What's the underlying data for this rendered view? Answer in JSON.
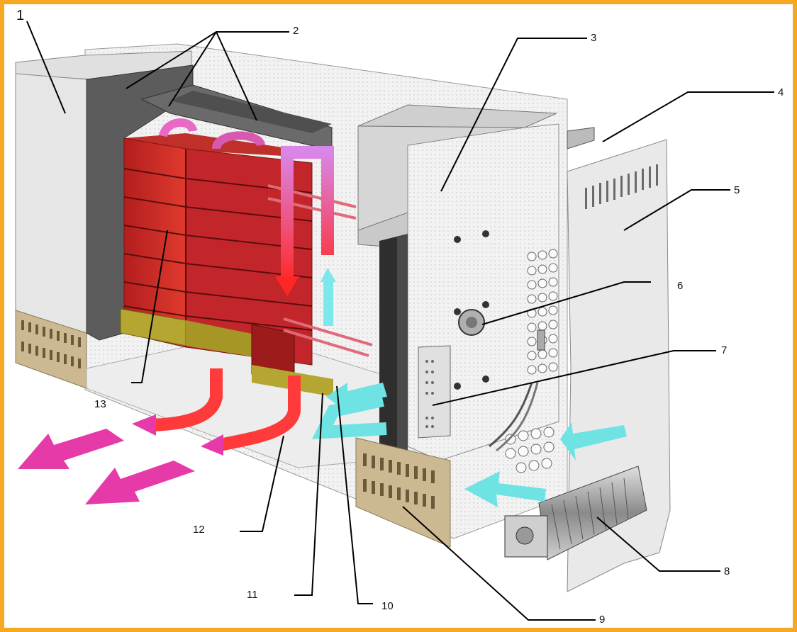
{
  "callouts": [
    {
      "id": "1",
      "label": "1"
    },
    {
      "id": "2",
      "label": "2"
    },
    {
      "id": "3",
      "label": "3"
    },
    {
      "id": "4",
      "label": "4"
    },
    {
      "id": "5",
      "label": "5"
    },
    {
      "id": "6",
      "label": "6"
    },
    {
      "id": "7",
      "label": "7"
    },
    {
      "id": "8",
      "label": "8"
    },
    {
      "id": "9",
      "label": "9"
    },
    {
      "id": "10",
      "label": "10"
    },
    {
      "id": "11",
      "label": "11"
    },
    {
      "id": "12",
      "label": "12"
    },
    {
      "id": "13",
      "label": "13"
    }
  ],
  "colors": {
    "frame": "#f7a823",
    "hot_core": "#d42b2b",
    "hot_arrow": "#e63a8c",
    "cold_arrow": "#6fe3e3",
    "insulation": "#5a5a5a",
    "heater_band": "#b5a632",
    "casing": "#e8e8e8",
    "grille": "#c8b48a"
  }
}
